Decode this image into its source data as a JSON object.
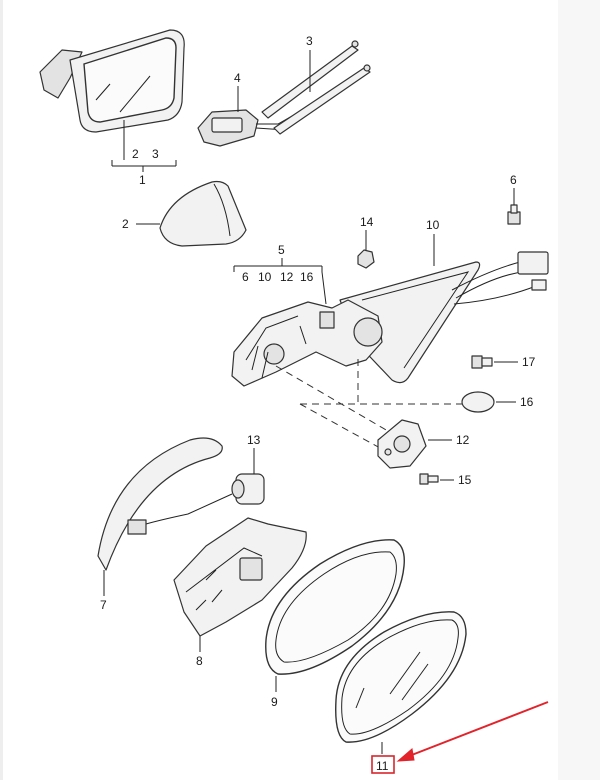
{
  "diagram": {
    "callouts": {
      "c1": "1",
      "c1_sub_a": "2",
      "c1_sub_b": "3",
      "c2": "2",
      "c3": "3",
      "c4": "4",
      "c5": "5",
      "c5_sub_a": "6",
      "c5_sub_b": "10",
      "c5_sub_c": "12",
      "c5_sub_d": "16",
      "c6": "6",
      "c7": "7",
      "c8": "8",
      "c9": "9",
      "c10": "10",
      "c11": "11",
      "c12": "12",
      "c13": "13",
      "c14": "14",
      "c15": "15",
      "c16": "16",
      "c17": "17"
    },
    "highlight": {
      "part": "11",
      "box_color": "#d8242b",
      "arrow_color": "#e2232b"
    }
  }
}
